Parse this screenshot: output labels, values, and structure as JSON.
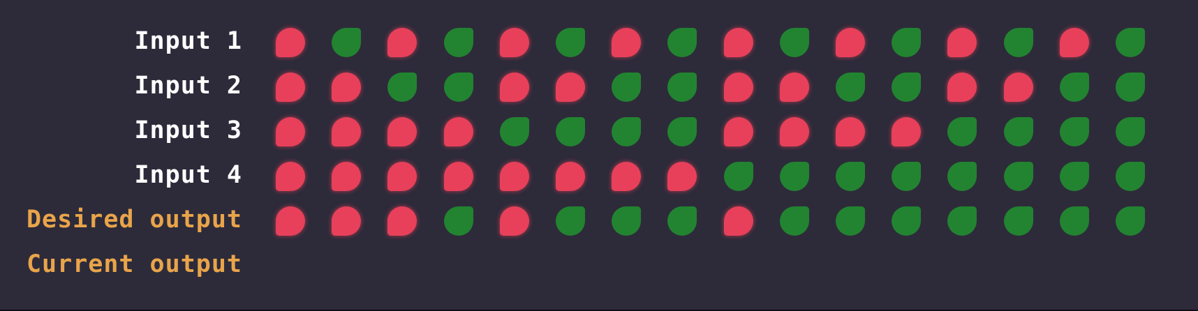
{
  "rows": [
    {
      "label": "Input 1",
      "kind": "input",
      "cells": [
        "off",
        "on",
        "off",
        "on",
        "off",
        "on",
        "off",
        "on",
        "off",
        "on",
        "off",
        "on",
        "off",
        "on",
        "off",
        "on"
      ]
    },
    {
      "label": "Input 2",
      "kind": "input",
      "cells": [
        "off",
        "off",
        "on",
        "on",
        "off",
        "off",
        "on",
        "on",
        "off",
        "off",
        "on",
        "on",
        "off",
        "off",
        "on",
        "on"
      ]
    },
    {
      "label": "Input 3",
      "kind": "input",
      "cells": [
        "off",
        "off",
        "off",
        "off",
        "on",
        "on",
        "on",
        "on",
        "off",
        "off",
        "off",
        "off",
        "on",
        "on",
        "on",
        "on"
      ]
    },
    {
      "label": "Input 4",
      "kind": "input",
      "cells": [
        "off",
        "off",
        "off",
        "off",
        "off",
        "off",
        "off",
        "off",
        "on",
        "on",
        "on",
        "on",
        "on",
        "on",
        "on",
        "on"
      ]
    },
    {
      "label": "Desired output",
      "kind": "output",
      "cells": [
        "off",
        "off",
        "off",
        "on",
        "off",
        "on",
        "on",
        "on",
        "off",
        "on",
        "on",
        "on",
        "on",
        "on",
        "on",
        "on"
      ]
    },
    {
      "label": "Current output",
      "kind": "output",
      "cells": []
    }
  ],
  "colors": {
    "background": "#2d2b3a",
    "input_label": "#ffffff",
    "output_label": "#e9a44a",
    "cell_off": "#e8405a",
    "cell_on": "#228430"
  }
}
